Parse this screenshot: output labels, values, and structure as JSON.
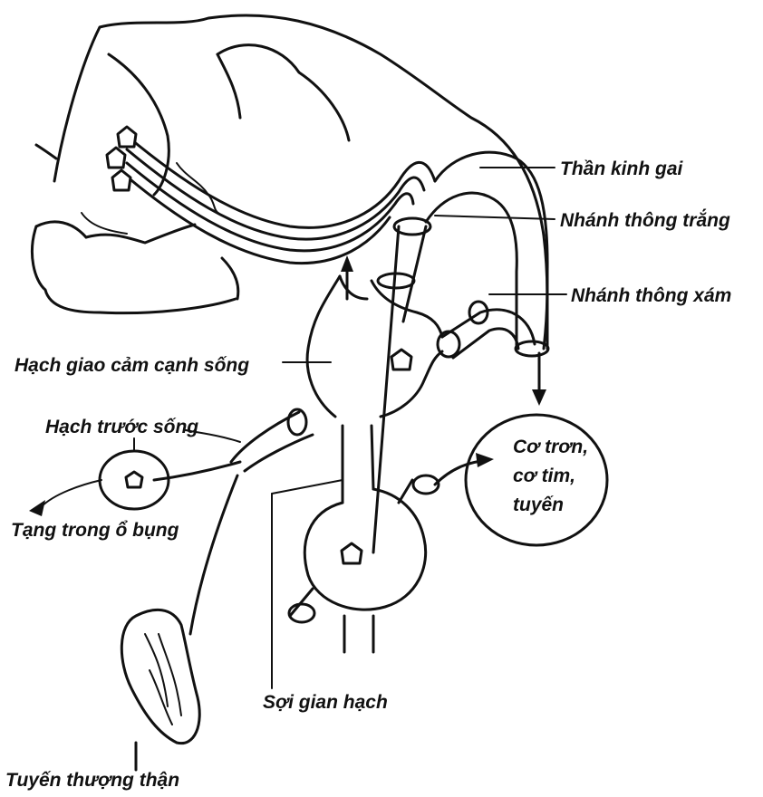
{
  "labels": {
    "than_kinh_gai": "Thần kinh gai",
    "nhanh_thong_trang": "Nhánh thông trắng",
    "nhanh_thong_xam": "Nhánh thông xám",
    "hach_giao_cam": "Hạch giao cảm cạnh sống",
    "hach_truoc_song": "Hạch trước sống",
    "tang_trong_o_bung": "Tạng trong ổ bụng",
    "co_tron_line1": "Cơ trơn,",
    "co_tron_line2": "cơ tim,",
    "co_tron_line3": "tuyến",
    "soi_gian_hach": "Sợi gian hạch",
    "tuyen_thuong_than": "Tuyến thượng thận"
  },
  "neuron_glyph": "n"
}
